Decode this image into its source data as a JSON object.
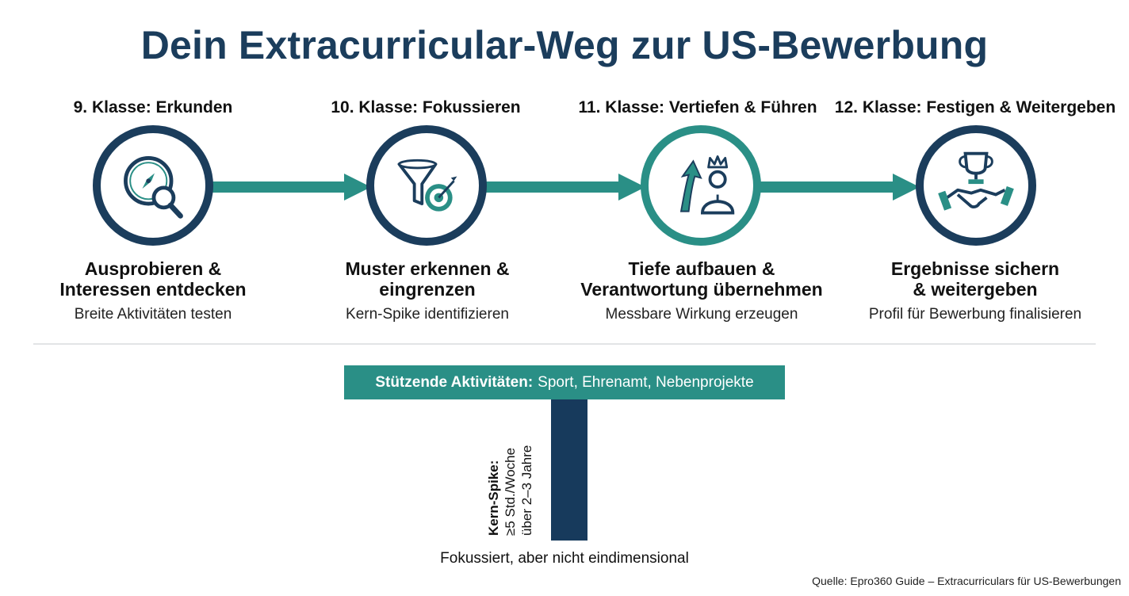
{
  "title": "Dein Extracurricular-Weg zur US-Bewerbung",
  "stages": [
    {
      "label": "9. Klasse: Erkunden",
      "heading_line1": "Ausprobieren &",
      "heading_line2": "Interessen entdecken",
      "subtext": "Breite Aktivitäten testen",
      "icon": "compass-magnifier-icon",
      "ring_color": "#1b3d5c"
    },
    {
      "label": "10. Klasse: Fokussieren",
      "heading_line1": "Muster erkennen &",
      "heading_line2": "eingrenzen",
      "subtext": "Kern-Spike identifizieren",
      "icon": "funnel-target-icon",
      "ring_color": "#1b3d5c"
    },
    {
      "label": "11. Klasse: Vertiefen & Führen",
      "heading_line1": "Tiefe aufbauen &",
      "heading_line2": "Verantwortung übernehmen",
      "subtext": "Messbare Wirkung erzeugen",
      "icon": "growth-leader-icon",
      "ring_color": "#2a8f86"
    },
    {
      "label": "12. Klasse: Festigen & Weitergeben",
      "heading_line1": "Ergebnisse sichern",
      "heading_line2": "& weitergeben",
      "subtext": "Profil für Bewerbung finalisieren",
      "icon": "trophy-handshake-icon",
      "ring_color": "#1b3d5c"
    }
  ],
  "t_shape": {
    "bar_bold": "Stützende Aktivitäten:",
    "bar_text": "Sport, Ehrenamt, Nebenprojekte",
    "spike_bold": "Kern-Spike:",
    "spike_line2": "≥5 Std./Woche",
    "spike_line3": "über 2–3 Jahre",
    "caption": "Fokussiert, aber nicht eindimensional"
  },
  "source": "Quelle: Epro360 Guide – Extracurriculars für US-Bewerbungen",
  "colors": {
    "navy": "#1b3d5c",
    "teal": "#2a8f86",
    "stem": "#173a5c"
  }
}
